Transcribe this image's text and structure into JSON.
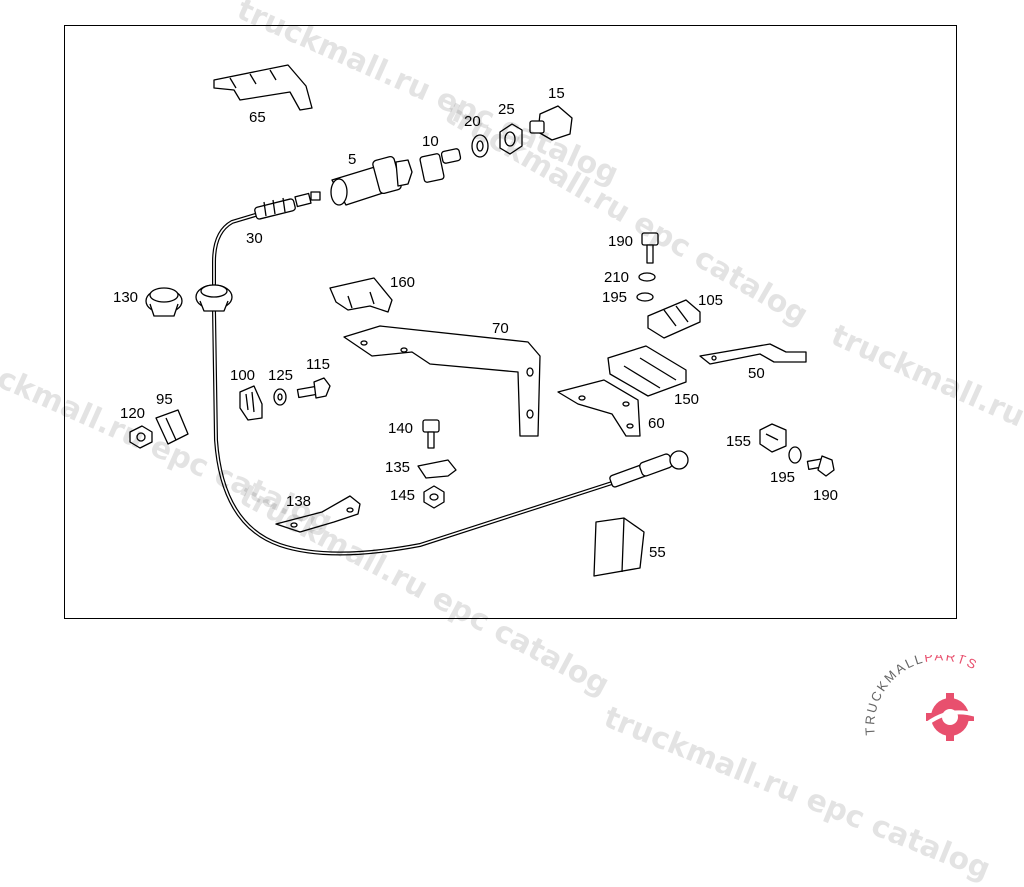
{
  "parts": {
    "p65": "65",
    "p5": "5",
    "p10": "10",
    "p20": "20",
    "p25": "25",
    "p15": "15",
    "p30": "30",
    "p130": "130",
    "p160": "160",
    "p70": "70",
    "p190a": "190",
    "p210": "210",
    "p195a": "195",
    "p105": "105",
    "p50": "50",
    "p100": "100",
    "p125": "125",
    "p115": "115",
    "p95": "95",
    "p120": "120",
    "p150": "150",
    "p60": "60",
    "p140": "140",
    "p135": "135",
    "p145": "145",
    "p138": "138",
    "p155": "155",
    "p195b": "195",
    "p190b": "190",
    "p55": "55"
  },
  "watermark": {
    "text_a": "truckmall.ru epc catalog",
    "text_b": "truckmall.ru epc catalog",
    "text_c": "truckmall.ru epc catalog",
    "text_d": "truckmall.ru epc catalog",
    "text_e": "truckmall.ru epc catalog",
    "text_f": "truckmall.ru epc catalog"
  },
  "logo": {
    "brand_a": "TRUCKMALL",
    "brand_b": "PARTS",
    "color_primary": "#e8506e"
  }
}
